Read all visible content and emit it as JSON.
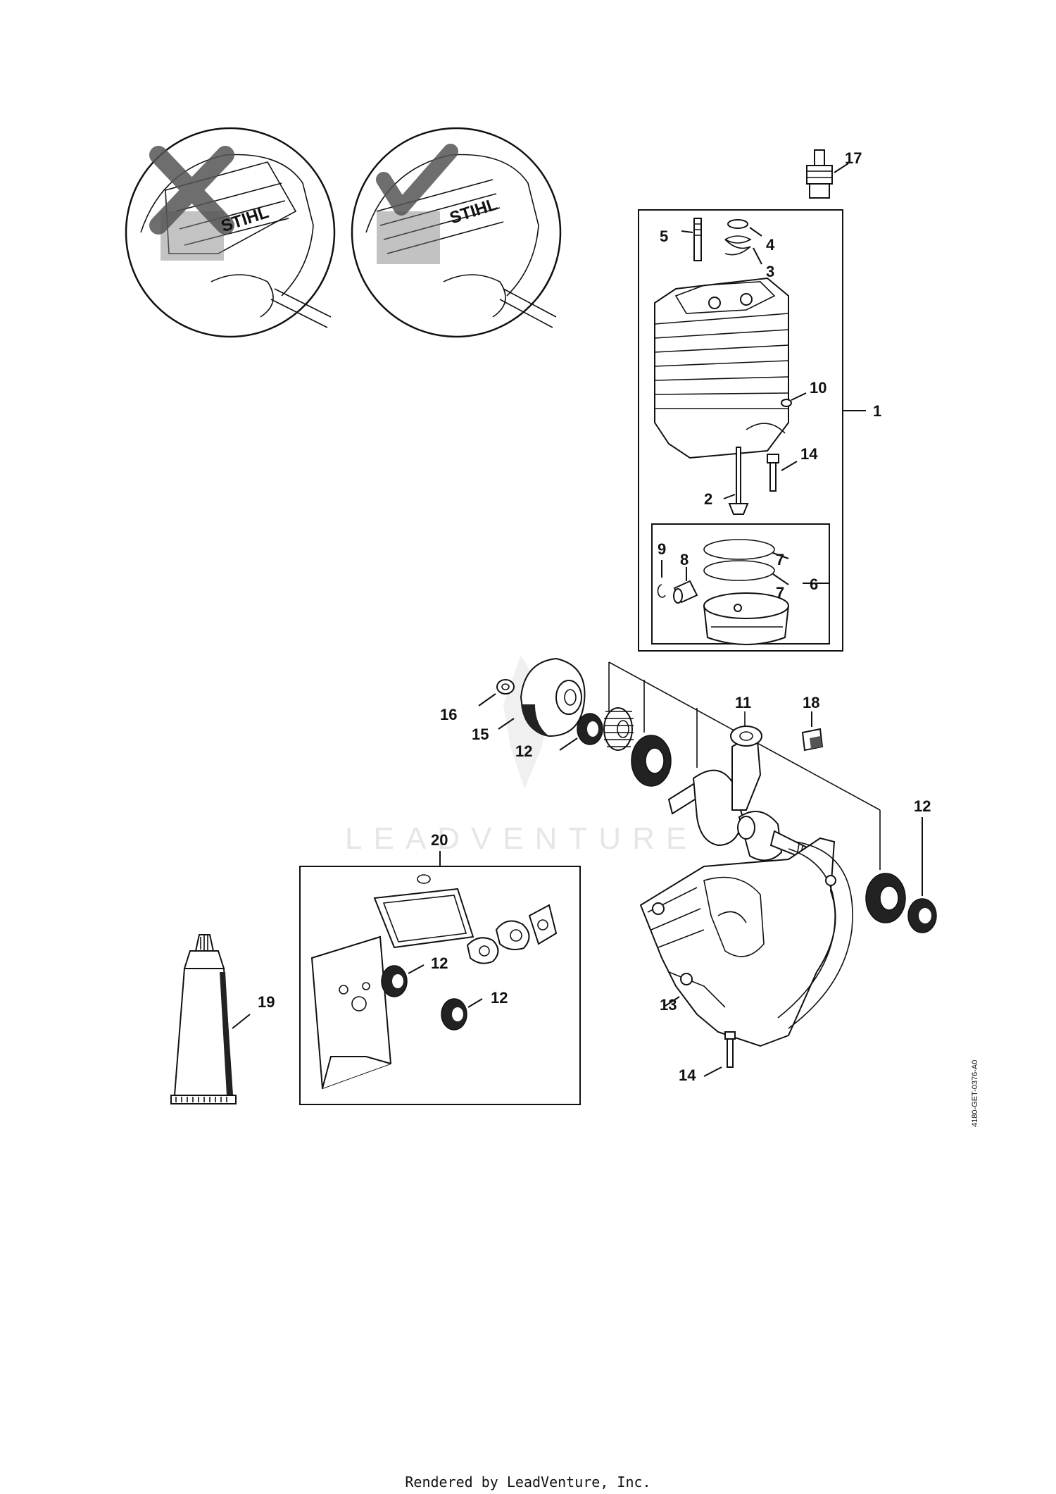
{
  "callouts": [
    "1",
    "2",
    "3",
    "4",
    "5",
    "6",
    "7",
    "7",
    "8",
    "9",
    "10",
    "11",
    "12",
    "12",
    "12",
    "12",
    "13",
    "14",
    "14",
    "15",
    "16",
    "17",
    "18",
    "19",
    "20"
  ],
  "brand_labels": [
    "STIHL",
    "STIHL"
  ],
  "watermark": "LEADVENTURE",
  "drawing_code": "4180-GET-0376-A0",
  "footer": "Rendered by LeadVenture, Inc."
}
